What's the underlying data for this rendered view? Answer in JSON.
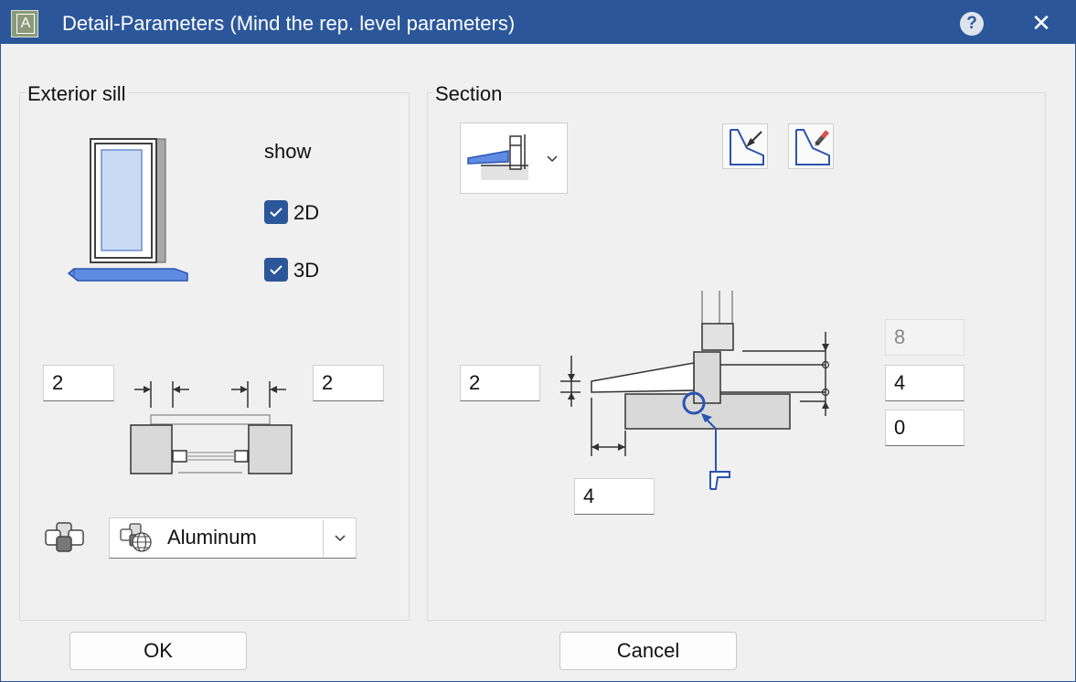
{
  "window": {
    "title": "Detail-Parameters (Mind the rep. level parameters)",
    "app_icon_letter": "A",
    "help_label": "?",
    "close_label": "✕"
  },
  "exterior_sill": {
    "group_label": "Exterior sill",
    "show_label": "show",
    "checkbox_2d": {
      "label": "2D",
      "checked": true
    },
    "checkbox_3d": {
      "label": "3D",
      "checked": true
    },
    "left_offset": "2",
    "right_offset": "2",
    "material": "Aluminum"
  },
  "section": {
    "group_label": "Section",
    "left_value": "2",
    "bottom_value": "4",
    "right_values": [
      "8",
      "4",
      "0"
    ]
  },
  "buttons": {
    "ok": "OK",
    "cancel": "Cancel"
  },
  "colors": {
    "titlebar": "#2b579a",
    "accent_blue": "#4f7fd6",
    "light_blue": "#c9daf5"
  }
}
